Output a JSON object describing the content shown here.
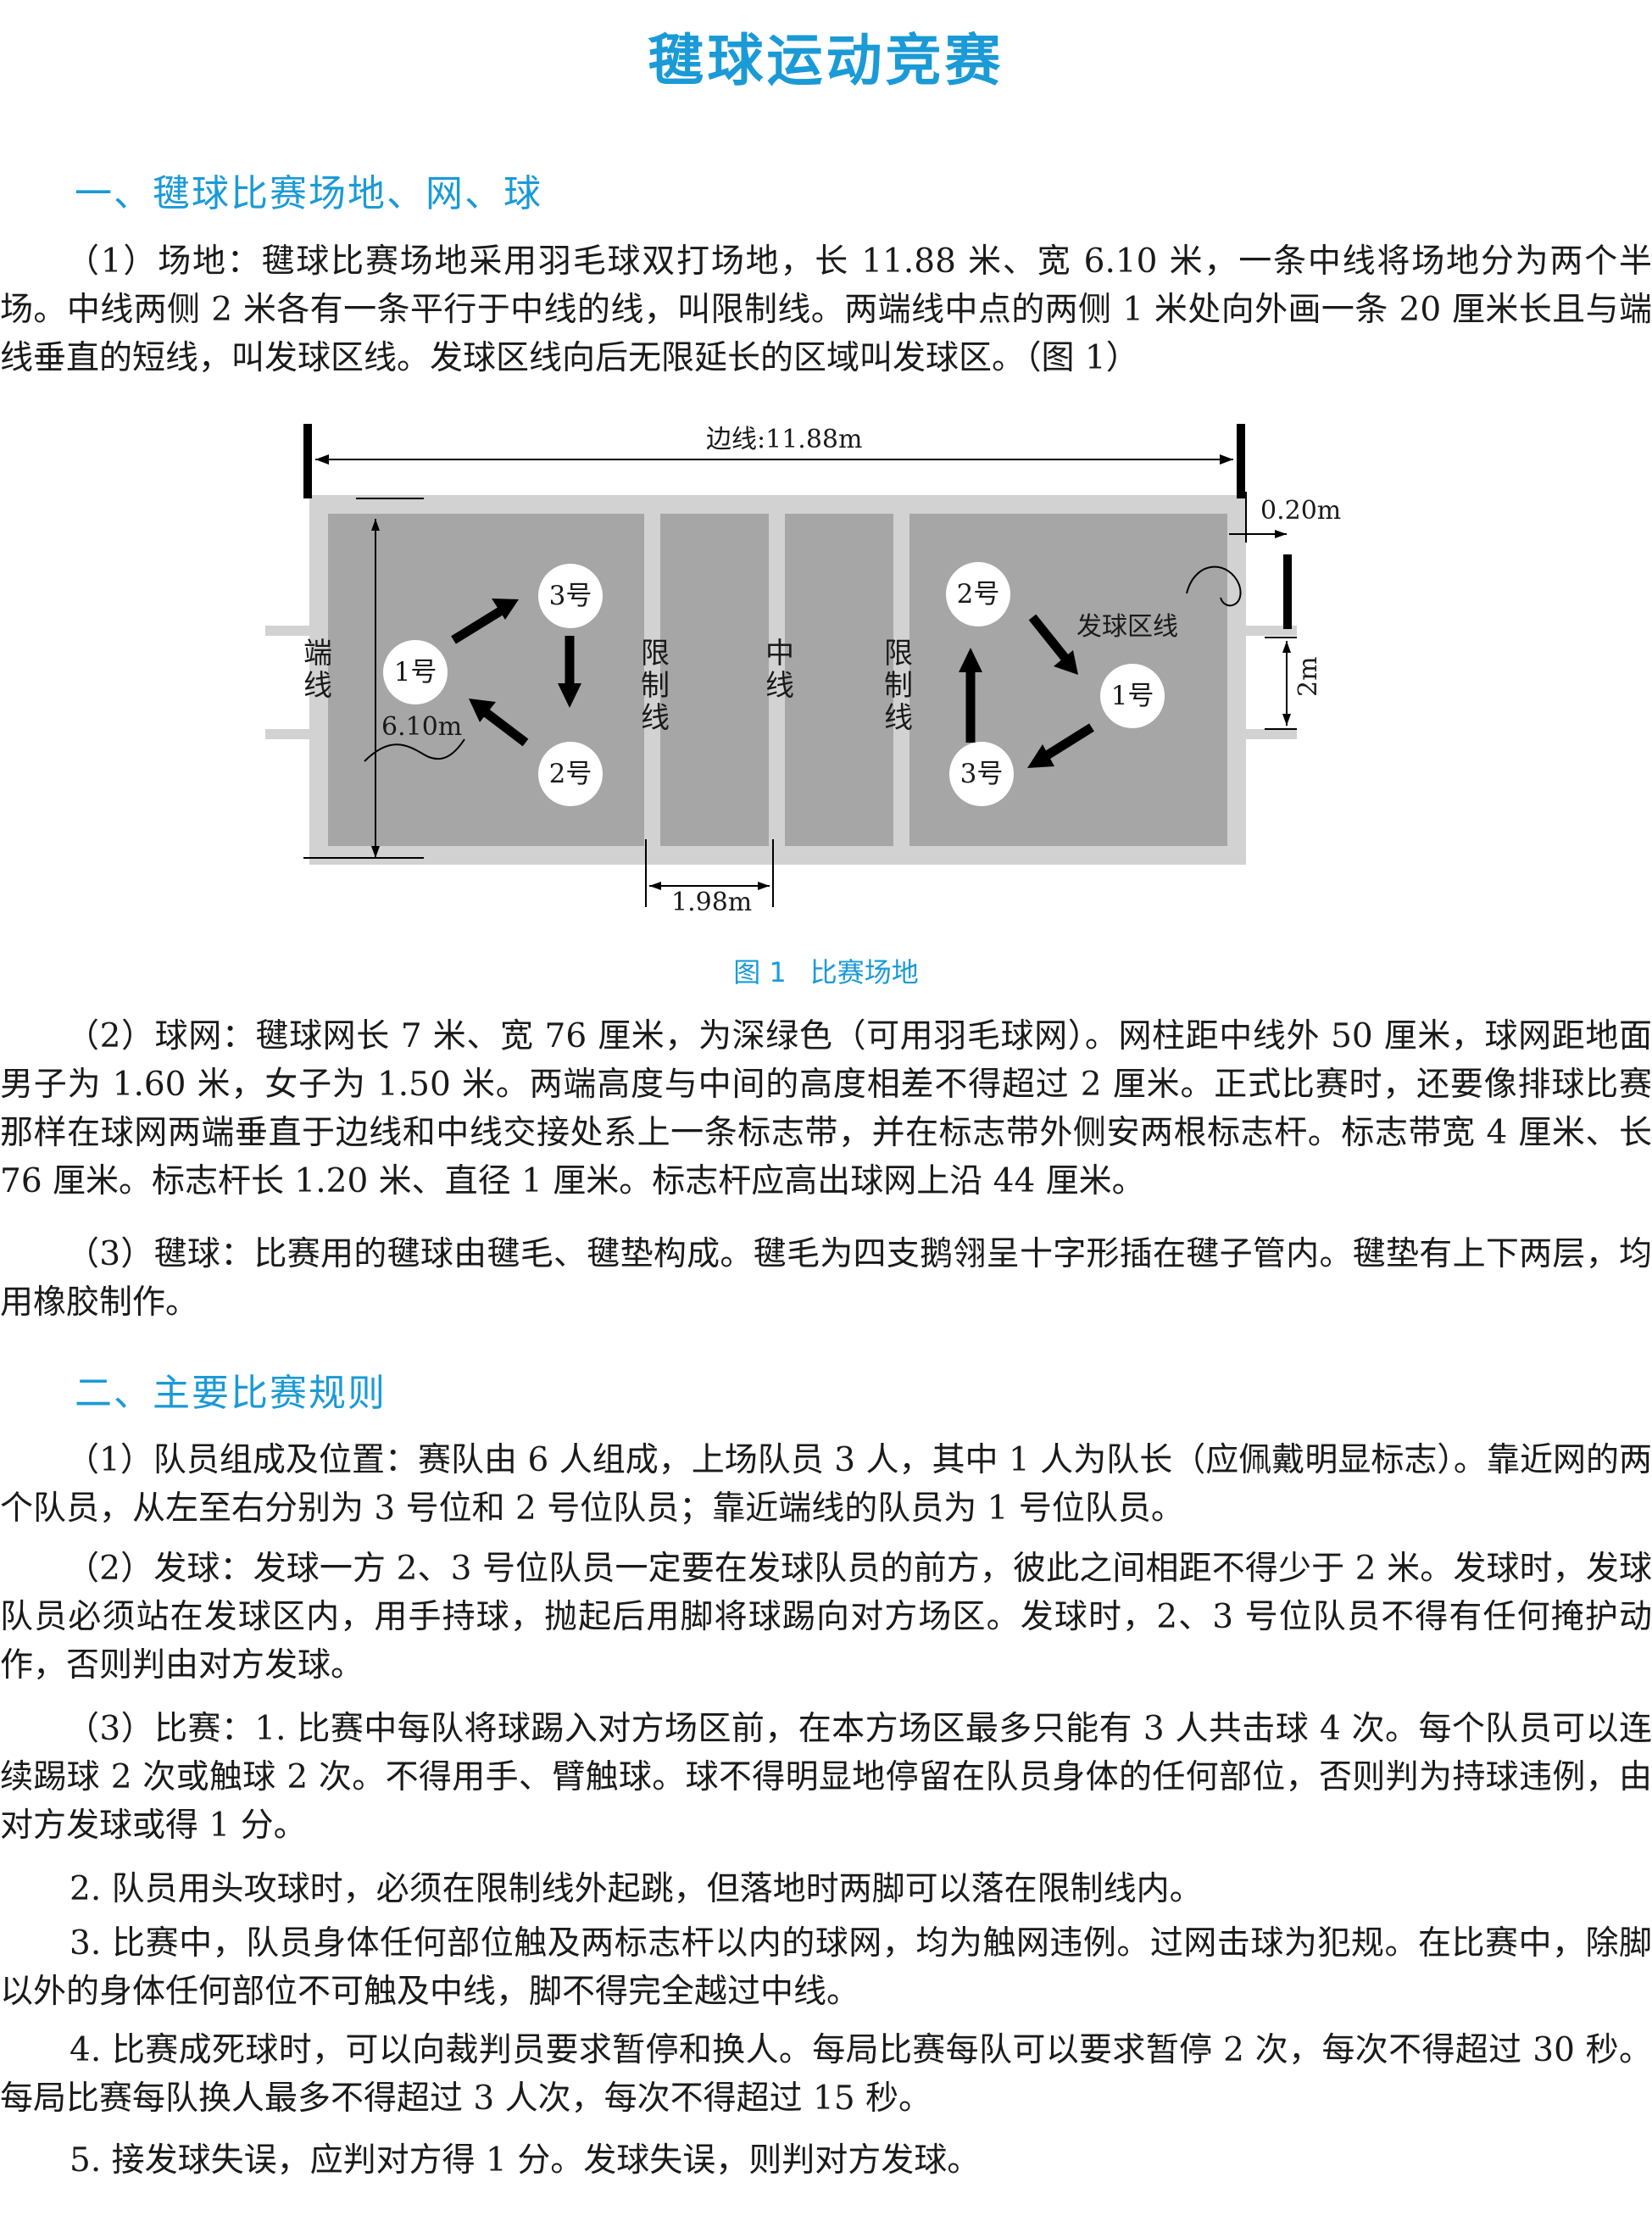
{
  "title": "毽球运动竞赛",
  "section1": {
    "heading": "一、毽球比赛场地、网、球",
    "p1": "（1）场地：毽球比赛场地采用羽毛球双打场地，长 11.88 米、宽 6.10 米，一条中线将场地分为两个半场。中线两侧 2 米各有一条平行于中线的线，叫限制线。两端线中点的两侧 1 米处向外画一条 20 厘米长且与端线垂直的短线，叫发球区线。发球区线向后无限延长的区域叫发球区。（图 1）",
    "p2": "（2）球网：毽球网长 7 米、宽 76 厘米，为深绿色（可用羽毛球网）。网柱距中线外 50 厘米，球网距地面男子为 1.60 米，女子为 1.50 米。两端高度与中间的高度相差不得超过 2 厘米。正式比赛时，还要像排球比赛那样在球网两端垂直于边线和中线交接处系上一条标志带，并在标志带外侧安两根标志杆。标志带宽 4 厘米、长 76 厘米。标志杆长 1.20 米、直径 1 厘米。标志杆应高出球网上沿 44 厘米。",
    "p3": "（3）毽球：比赛用的毽球由毽毛、毽垫构成。毽毛为四支鹅翎呈十字形插在毽子管内。毽垫有上下两层，均用橡胶制作。"
  },
  "figure": {
    "sideline_label": "边线:11.88m",
    "serve_line_length": "0.20m",
    "serve_line_label": "发球区线",
    "serve_gap": "2m",
    "width_label": "6.10m",
    "restrict_width": "1.98m",
    "end_line": "端线",
    "restrict_line": "限制线",
    "center_line": "中线",
    "left_players": [
      "1号",
      "3号",
      "2号"
    ],
    "right_players": [
      "2号",
      "1号",
      "3号"
    ],
    "caption_num": "图 1",
    "caption_text": "比赛场地",
    "colors": {
      "court": "#a6a6a6",
      "border": "#d2d2d2",
      "accent": "#1a9ad6"
    }
  },
  "section2": {
    "heading": "二、主要比赛规则",
    "p1": "（1）队员组成及位置：赛队由 6 人组成，上场队员 3 人，其中 1 人为队长（应佩戴明显标志）。靠近网的两个队员，从左至右分别为 3 号位和 2 号位队员；靠近端线的队员为 1 号位队员。",
    "p2": "（2）发球：发球一方 2、3 号位队员一定要在发球队员的前方，彼此之间相距不得少于 2 米。发球时，发球队员必须站在发球区内，用手持球，抛起后用脚将球踢向对方场区。发球时，2、3 号位队员不得有任何掩护动作，否则判由对方发球。",
    "p3": "（3）比赛：1. 比赛中每队将球踢入对方场区前，在本方场区最多只能有 3 人共击球 4 次。每个队员可以连续踢球 2 次或触球 2 次。不得用手、臂触球。球不得明显地停留在队员身体的任何部位，否则判为持球违例，由对方发球或得 1 分。",
    "p4": "2. 队员用头攻球时，必须在限制线外起跳，但落地时两脚可以落在限制线内。",
    "p5": "3. 比赛中，队员身体任何部位触及两标志杆以内的球网，均为触网违例。过网击球为犯规。在比赛中，除脚以外的身体任何部位不可触及中线，脚不得完全越过中线。",
    "p6": "4. 比赛成死球时，可以向裁判员要求暂停和换人。每局比赛每队可以要求暂停 2 次，每次不得超过 30 秒。每局比赛每队换人最多不得超过 3 人次，每次不得超过 15 秒。",
    "p7": "5. 接发球失误，应判对方得 1 分。发球失误，则判对方发球。"
  }
}
